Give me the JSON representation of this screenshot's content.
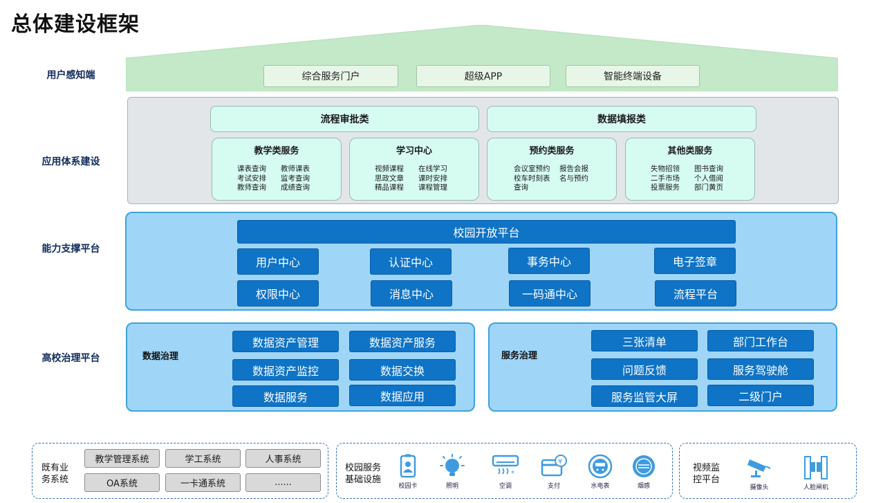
{
  "title": "总体建设框架",
  "rows": {
    "user": "用户感知端",
    "app": "应用体系建设",
    "capability": "能力支撑平台",
    "governance": "高校治理平台"
  },
  "user_layer": [
    "综合服务门户",
    "超级APP",
    "智能终端设备"
  ],
  "app_layer": {
    "top": [
      "流程审批类",
      "数据填报类"
    ],
    "cards": [
      {
        "title": "教学类服务",
        "items": [
          "课表查询",
          "教师课表",
          "考试安排",
          "监考查询",
          "教师查询",
          "成绩查询"
        ]
      },
      {
        "title": "学习中心",
        "items": [
          "视频课程",
          "在线学习",
          "思政文章",
          "课时安排",
          "精品课程",
          "课程管理"
        ]
      },
      {
        "title": "预约类服务",
        "items": [
          "会议室预约",
          "报告会报",
          "校车时刻表",
          "名与预约",
          "查询",
          ""
        ]
      },
      {
        "title": "其他类服务",
        "items": [
          "失物招领",
          "图书查询",
          "二手市场",
          "个人借阅",
          "投票服务",
          "部门黄页"
        ]
      }
    ]
  },
  "capability_layer": {
    "open_platform": "校园开放平台",
    "buttons": [
      "用户中心",
      "认证中心",
      "事务中心",
      "电子签章",
      "权限中心",
      "消息中心",
      "一码通中心",
      "流程平台"
    ]
  },
  "governance_layer": {
    "data": {
      "label": "数据治理",
      "buttons": [
        "数据资产管理",
        "数据资产服务",
        "数据资产监控",
        "数据交换",
        "数据服务",
        "数据应用"
      ]
    },
    "service": {
      "label": "服务治理",
      "buttons": [
        "三张清单",
        "部门工作台",
        "问题反馈",
        "服务驾驶舱",
        "服务监管大屏",
        "二级门户"
      ]
    }
  },
  "bottom": {
    "legacy": {
      "label_line1": "既有业",
      "label_line2": "务系统",
      "buttons": [
        "教学管理系统",
        "学工系统",
        "人事系统",
        "OA系统",
        "一卡通系统",
        "......"
      ]
    },
    "infra": {
      "label_line1": "校园服务",
      "label_line2": "基础设施",
      "devices": [
        {
          "icon": "campus-card-icon",
          "label": "校园卡"
        },
        {
          "icon": "lighting-icon",
          "label": "照明"
        },
        {
          "icon": "air-conditioner-icon",
          "label": "空调"
        },
        {
          "icon": "payment-icon",
          "label": "支付"
        },
        {
          "icon": "water-meter-icon",
          "label": "水电表"
        },
        {
          "icon": "smoke-detector-icon",
          "label": "烟感"
        }
      ]
    },
    "video": {
      "label_line1": "视频监",
      "label_line2": "控平台",
      "devices": [
        {
          "icon": "camera-icon",
          "label": "摄像头"
        },
        {
          "icon": "face-gate-icon",
          "label": "人脸闸机"
        }
      ]
    }
  },
  "colors": {
    "user_layer_bg": "#c4e9c8",
    "app_panel_bg": "#e3e6e9",
    "app_card_bg": "#d6fbf1",
    "platform_bg": "#9fd5f7",
    "platform_border": "#3ea2dc",
    "button_blue": "#0f73c6",
    "icon_blue": "#3f9be0"
  }
}
